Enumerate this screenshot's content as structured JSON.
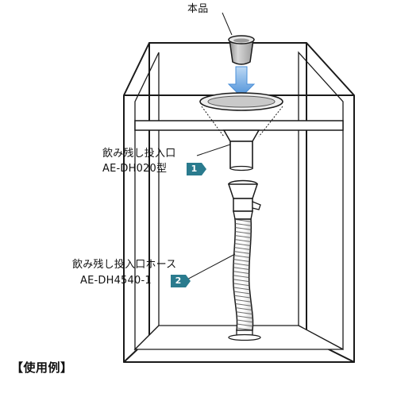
{
  "product_label": "本品",
  "callout_1": {
    "name": "飲み残し投入口",
    "model": "AE-DH020型",
    "badge": "1"
  },
  "callout_2": {
    "name": "飲み残し投入口ホース",
    "model": "AE-DH4540-1",
    "badge": "2"
  },
  "caption": "【使用例】",
  "colors": {
    "arrow": "#5d9ee0",
    "badge": "#2a7b8e",
    "line": "#1a1a1a",
    "fill_gray": "#b9b9b9"
  }
}
